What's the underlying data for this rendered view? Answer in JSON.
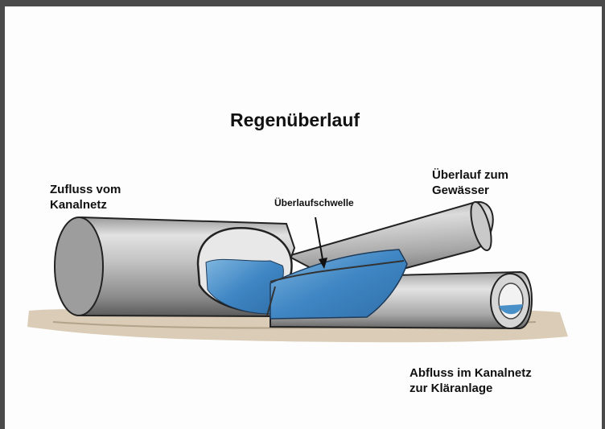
{
  "title": "Regenüberlauf",
  "labels": {
    "inflow": [
      "Zufluss vom",
      "Kanalnetz"
    ],
    "overflow": [
      "Überlauf zum",
      "Gewässer"
    ],
    "weir": "Überlaufschwelle",
    "outflow": [
      "Abfluss im Kanalnetz",
      "zur Kläranlage"
    ]
  },
  "colors": {
    "water": "#4a90c8",
    "pipe": "#b9b9b9",
    "ground": "#c8b59a"
  }
}
